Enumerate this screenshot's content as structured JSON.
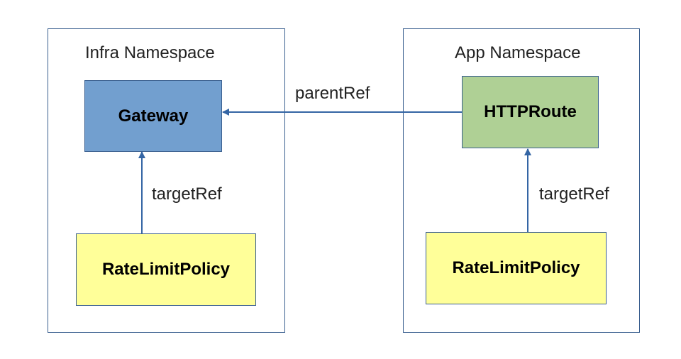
{
  "namespaces": {
    "infra": {
      "title": "Infra Namespace"
    },
    "app": {
      "title": "App Namespace"
    }
  },
  "nodes": {
    "gateway": "Gateway",
    "httproute": "HTTPRoute",
    "rate_limit_policy_infra": "RateLimitPolicy",
    "rate_limit_policy_app": "RateLimitPolicy"
  },
  "edges": {
    "parent_ref": "parentRef",
    "target_ref_infra": "targetRef",
    "target_ref_app": "targetRef"
  },
  "colors": {
    "gateway_fill": "#729fcf",
    "httproute_fill": "#afd095",
    "policy_fill": "#ffff99",
    "border": "#3a5f8f",
    "arrow": "#3465a4"
  }
}
